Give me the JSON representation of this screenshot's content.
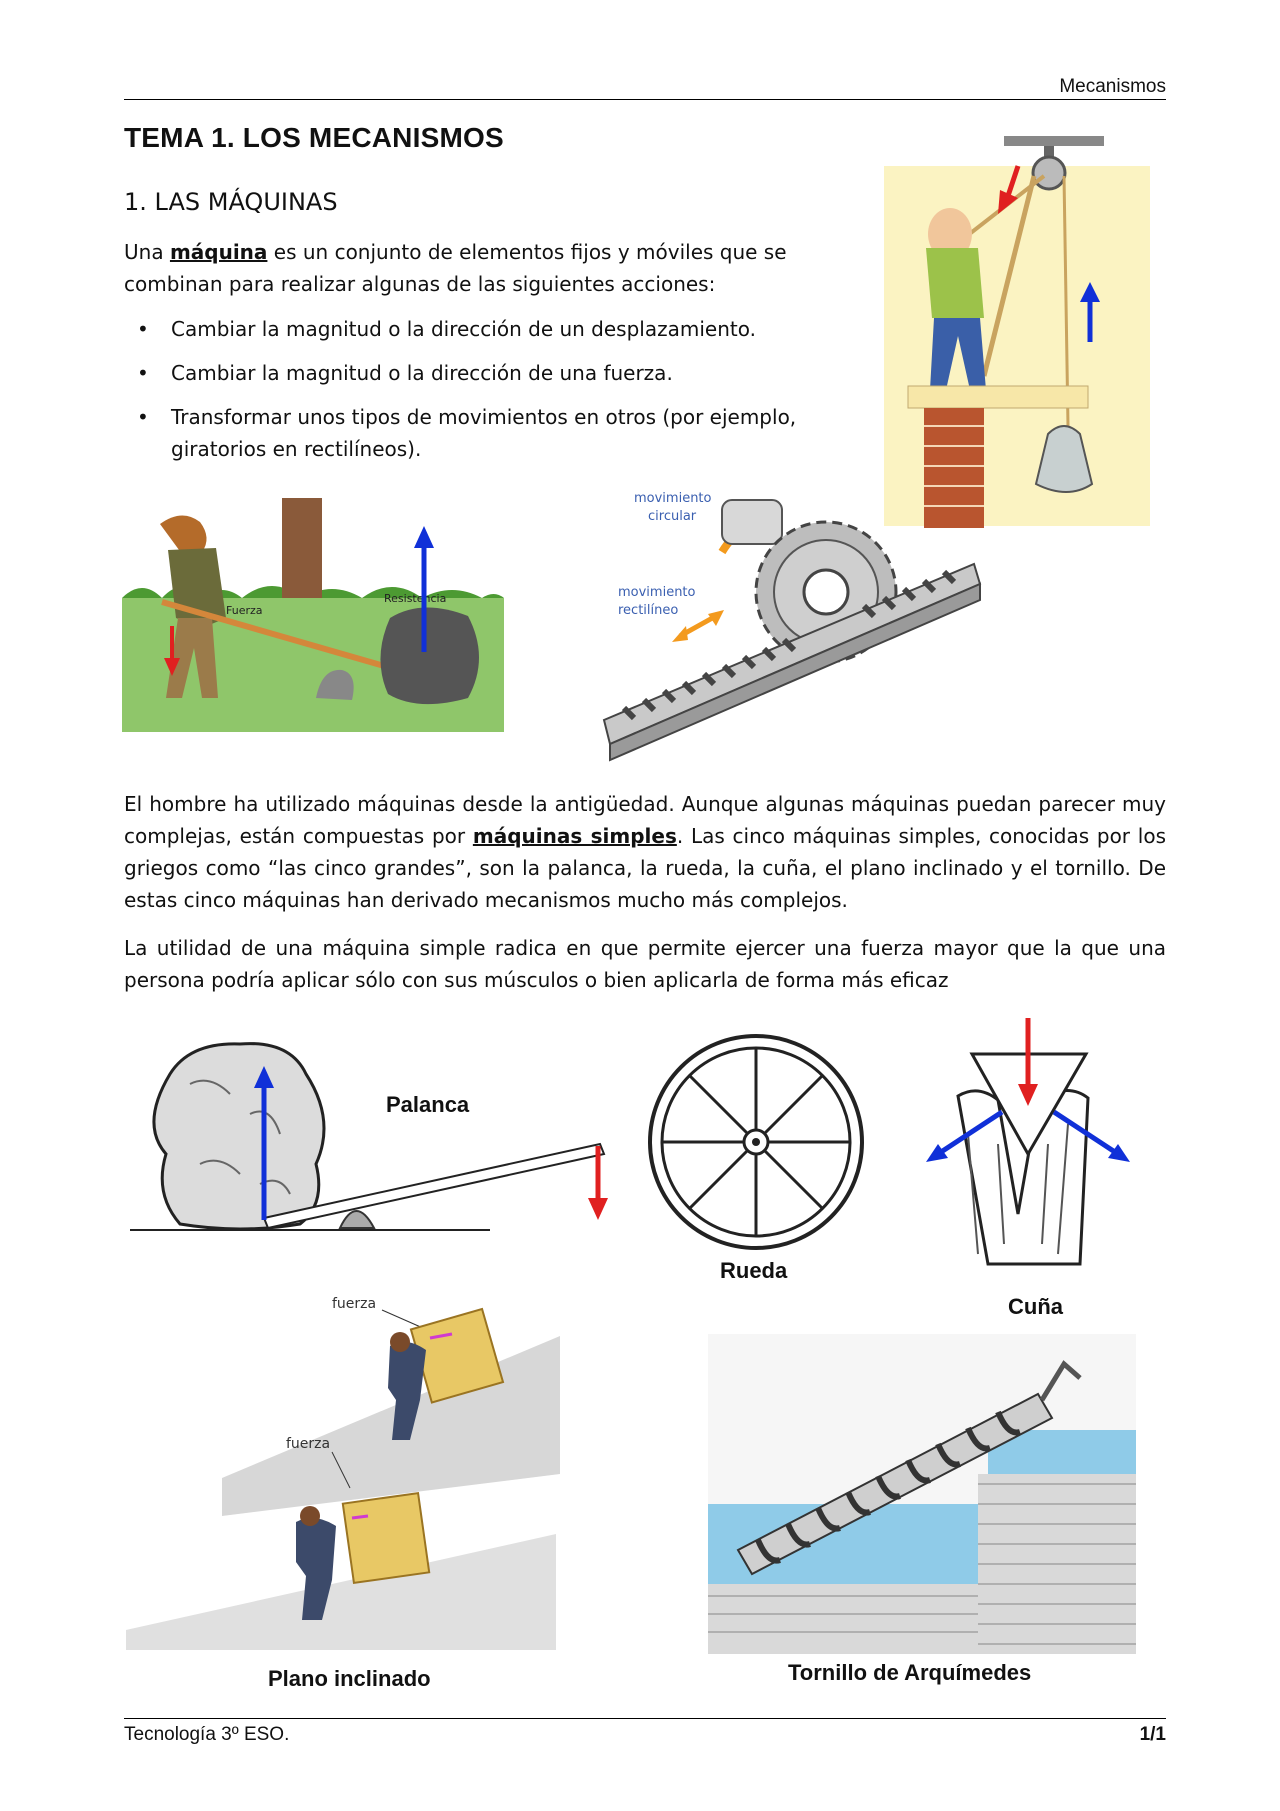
{
  "header": {
    "running_title": "Mecanismos"
  },
  "title": "TEMA 1. LOS MECANISMOS",
  "section": {
    "heading": "1. LAS MÁQUINAS"
  },
  "intro": {
    "p1_pre": "Una ",
    "p1_term": "máquina",
    "p1_post": " es un conjunto de elementos fijos y móviles que se combinan para realizar algunas de las siguientes acciones:"
  },
  "bullets": [
    "Cambiar la magnitud o la dirección de un desplazamiento.",
    "Cambiar la magnitud o la dirección de una fuerza.",
    "Transformar unos tipos de movimientos en otros (por ejemplo, giratorios en rectilíneos)."
  ],
  "figures": {
    "lever_scene": {
      "force_label": "Fuerza",
      "resistance_label": "Resistencia"
    },
    "rack_pinion": {
      "circular_label_1": "movimiento",
      "circular_label_2": "circular",
      "linear_label_1": "movimiento",
      "linear_label_2": "rectilíneo"
    },
    "palanca": "Palanca",
    "rueda": "Rueda",
    "cuna": "Cuña",
    "plano": {
      "caption": "Plano inclinado",
      "force_1": "fuerza",
      "force_2": "fuerza"
    },
    "tornillo": "Tornillo de Arquímedes"
  },
  "body": {
    "p2_pre": "El hombre ha utilizado máquinas desde la antigüedad. Aunque algunas máquinas puedan parecer muy complejas, están compuestas por ",
    "p2_term": "máquinas simples",
    "p2_post": ". Las cinco máquinas simples, conocidas por los griegos como “las cinco grandes”, son la palanca, la rueda, la cuña, el plano inclinado y el tornillo. De estas cinco máquinas han derivado mecanismos mucho más complejos.",
    "p3": "La utilidad de una máquina simple radica en que permite ejercer una fuerza mayor que la que una persona podría aplicar sólo con sus músculos o bien aplicarla de forma más eficaz"
  },
  "footer": {
    "course": "Tecnología 3º ESO.",
    "page": "1/1"
  },
  "colors": {
    "force_red": "#e02020",
    "resistance_blue": "#1030d8",
    "grass": "#8fc66a",
    "water": "#8fcbe8"
  }
}
